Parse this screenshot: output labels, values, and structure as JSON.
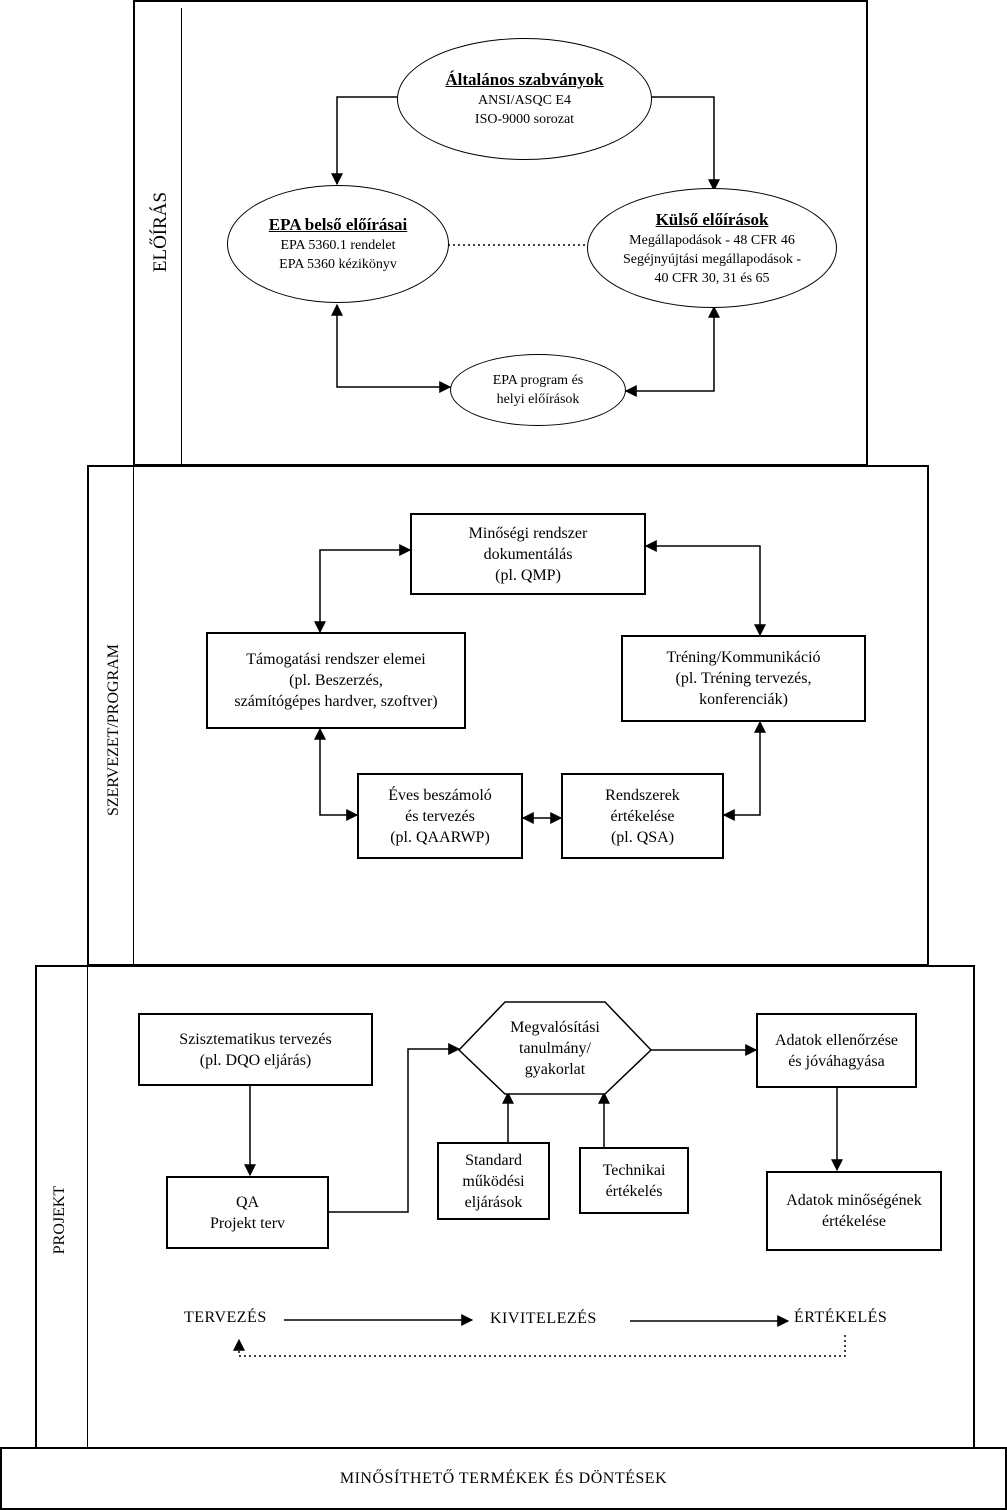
{
  "sections": {
    "eloiras": "ELŐÍRÁS",
    "szervezet": "SZERVEZET/PROGRAM",
    "projekt": "PROJEKT"
  },
  "eloiras": {
    "altalanos": {
      "title": "Általános szabványok",
      "lines": [
        "ANSI/ASQC E4",
        "ISO-9000 sorozat"
      ]
    },
    "epa_belso": {
      "title": "EPA belső előírásai",
      "lines": [
        "EPA 5360.1 rendelet",
        "EPA 5360 kézikönyv"
      ]
    },
    "kulso": {
      "title": "Külső előírások",
      "lines": [
        "Megállapodások - 48 CFR 46",
        "Segéjnyújtási megállapodások -",
        "40 CFR 30, 31 és 65"
      ]
    },
    "epa_program": {
      "lines": [
        "EPA program és",
        "helyi előírások"
      ]
    }
  },
  "szervezet": {
    "minosegi": [
      "Minőségi rendszer",
      "dokumentálás",
      "(pl. QMP)"
    ],
    "tamogatasi": [
      "Támogatási rendszer elemei",
      "(pl. Beszerzés,",
      "számítógépes hardver, szoftver)"
    ],
    "trening": [
      "Tréning/Kommunikáció",
      "(pl. Tréning tervezés,",
      "konferenciák)"
    ],
    "eves": [
      "Éves beszámoló",
      "és tervezés",
      "(pl. QAARWP)"
    ],
    "rendszerek": [
      "Rendszerek",
      "értékelése",
      "(pl. QSA)"
    ]
  },
  "projekt": {
    "szisztematikus": [
      "Szisztematikus tervezés",
      "(pl. DQO eljárás)"
    ],
    "qa": [
      "QA",
      "Projekt terv"
    ],
    "megvalositasi": [
      "Megvalósítási",
      "tanulmány/",
      "gyakorlat"
    ],
    "standard": [
      "Standard",
      "működési",
      "eljárások"
    ],
    "technikai": [
      "Technikai",
      "értékelés"
    ],
    "adatok_ellenorzese": [
      "Adatok ellenőrzése",
      "és jóváhagyása"
    ],
    "adatok_minosegenek": [
      "Adatok minőségének",
      "értékelése"
    ],
    "flow": {
      "tervezes": "TERVEZÉS",
      "kivitelezes": "KIVITELEZÉS",
      "ertekeles": "ÉRTÉKELÉS"
    }
  },
  "footer": "MINŐSÍTHETŐ TERMÉKEK ÉS DÖNTÉSEK"
}
